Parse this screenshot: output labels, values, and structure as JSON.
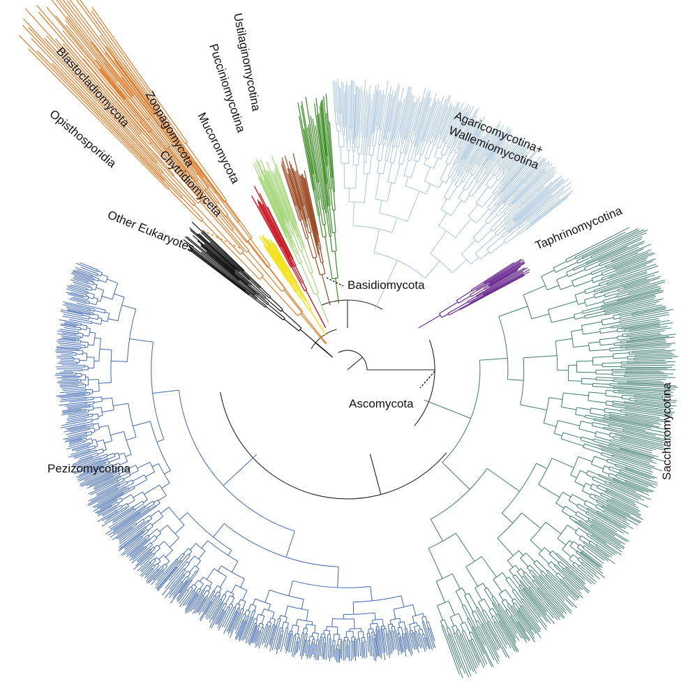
{
  "labels": {
    "ustilaginomycotina": "Ustilaginomycotina",
    "pucciniomycotina": "Pucciniomycotina",
    "blastocladiomycota": "Blastocladiomycota",
    "zoopagomycota": "Zoopagomycota",
    "mucoromycota": "Mucoromycota",
    "opisthosporidia": "Opisthosporidia",
    "chytridiomyceta": "Chytridiomyceta",
    "other_eukaryotes": "Other Eukaryotes",
    "agaricomycotina_1": "Agaricomycotina+",
    "agaricomycotina_2": "Wallemiomycotina",
    "taphrinomycotina": "Taphrinomycotina",
    "basidiomycota": "Basidiomycota",
    "ascomycota": "Ascomycota",
    "saccharomycotina": "Saccharomycotina",
    "pezizomycotina": "Pezizomycotina"
  },
  "colors": {
    "backbone": "#222222",
    "blastocladiomycota": "#e07b2a",
    "opisthosporidia": "#e07b2a",
    "chytridiomyceta": "#f2e228",
    "other_eukaryotes": "#111111",
    "mucoromycota": "#c81e28",
    "zoopagomycota": "#a6d67c",
    "pucciniomycotina": "#9b4a22",
    "ustilaginomycotina": "#3a8b22",
    "agaricomycotina": "#a9c4dd",
    "taphrinomycotina": "#6a2b8f",
    "saccharomycotina": "#3d7b6e",
    "pezizomycotina": "#3f68b2"
  }
}
